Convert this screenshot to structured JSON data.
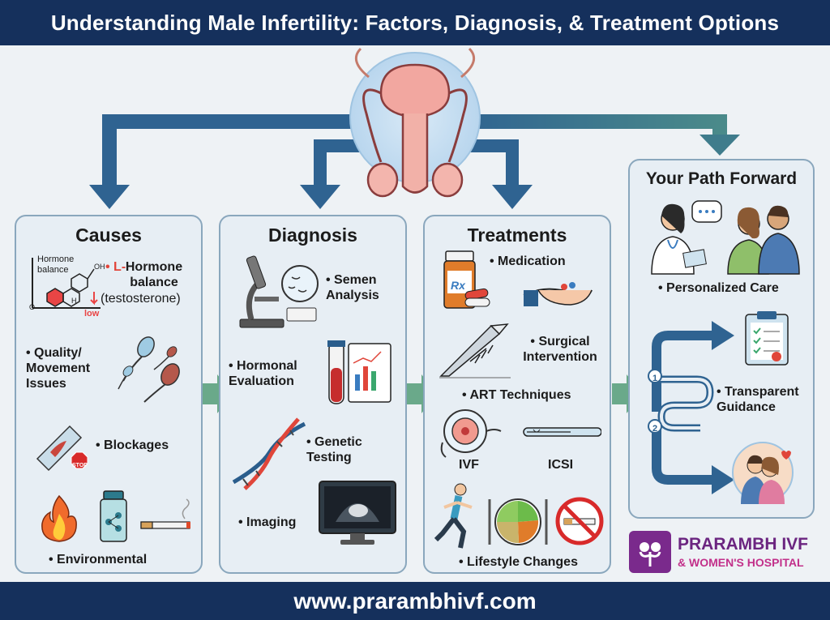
{
  "header": {
    "title": "Understanding Male Infertility: Factors, Diagnosis, & Treatment Options"
  },
  "causes": {
    "title": "Causes",
    "hormone_chart_label": "Hormone balance",
    "hormone_chart_low": "low",
    "hormone_chart_oh": "OH",
    "hormone_chart_h": "H",
    "hormone_chart_o": "O",
    "hormone_prefix": "• L-",
    "hormone_label": "Hormone balance",
    "hormone_sub": "(testosterone)",
    "quality_label": "• Quality/ Movement Issues",
    "blockages_label": "• Blockages",
    "stop_sign": "STOP",
    "environmental_label": "• Environmental"
  },
  "diagnosis": {
    "title": "Diagnosis",
    "semen_label": "• Semen Analysis",
    "hormonal_label": "• Hormonal Evaluation",
    "genetic_label": "• Genetic Testing",
    "imaging_label": "• Imaging"
  },
  "treatments": {
    "title": "Treatments",
    "rx": "Rx",
    "medication_label": "• Medication",
    "surgical_label": "• Surgical Intervention",
    "art_label": "• ART Techniques",
    "ivf_label": "IVF",
    "icsi_label": "ICSI",
    "lifestyle_label": "• Lifestyle Changes"
  },
  "path_forward": {
    "title": "Your Path Forward",
    "personalized_label": "• Personalized Care",
    "transparent_label": "• Transparent Guidance",
    "step1": "1",
    "step2": "2"
  },
  "logo": {
    "name": "PRARAMBH IVF",
    "sub": "& WOMEN'S HOSPITAL"
  },
  "footer": {
    "url": "www.prarambhivf.com"
  },
  "colors": {
    "navy": "#15305c",
    "flow_arrow": "#2f6391",
    "chevron_green": "#6aa98a",
    "logo_purple": "#7a2a8c",
    "logo_pink": "#c2308a"
  }
}
